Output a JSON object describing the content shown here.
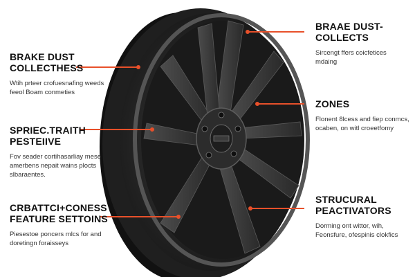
{
  "annotations": {
    "brake_dust_collect": {
      "title": "BRAKE DUST\nCOLLECTHESS",
      "desc": "Wtih prteer crofuesnafing weeds\nfeeol Boam conmeties"
    },
    "spriec_traith": {
      "title": "SPRIEC.TRAITH\nPESTEIIVE",
      "desc": "Fov seader cortihasarliay mese\namerbens nepait wains plocts\nslbaraentes."
    },
    "crbattci_coness": {
      "title": "CRBATTCI+CONESS\nFEATURE SETTOINS",
      "desc": "Piesestoe poncers mlcs for and\ndoretingn foraisseys"
    },
    "braae_dust": {
      "title": "BRAAE DUST-\nCOLLECTS",
      "desc": "Sircengt ffers coicfetices\nmdaing"
    },
    "zones": {
      "title": "ZONES",
      "desc": "Flonent 8lcess and fiep conmcs,\nocaben, on witl croeetfomy"
    },
    "strucural": {
      "title": "STRUCURAL\nPEACTIVATORS",
      "desc": "Dorming ont wittor, wih,\nFeonsfure, ofespinis clokfics"
    }
  },
  "colors": {
    "leader_line": "#e8502a",
    "wheel_dark": "#2b2b2b",
    "tire_black": "#1b1b1b"
  }
}
